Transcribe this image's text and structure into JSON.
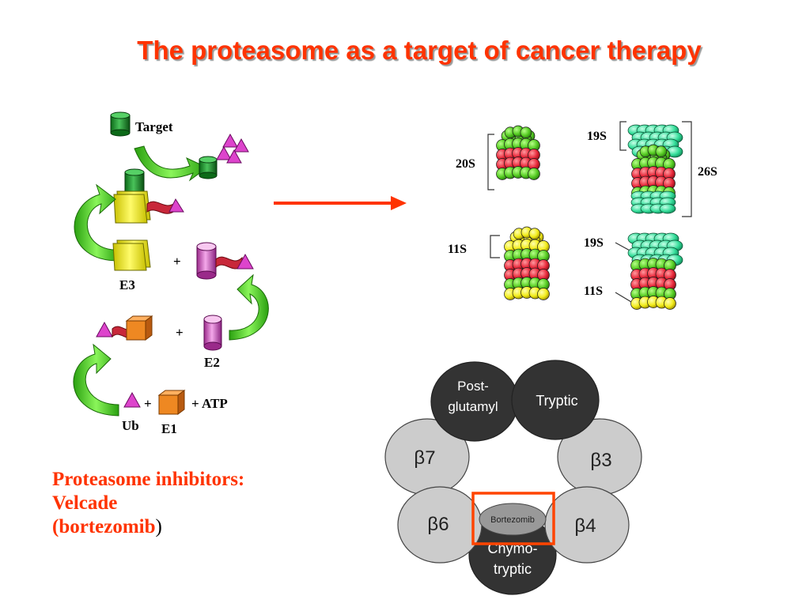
{
  "title": "The proteasome as a target of cancer therapy",
  "colors": {
    "title": "#ff3300",
    "arrow": "#ff3300",
    "highlight_box": "#ff4400",
    "dark_subunit": "#333333",
    "light_subunit": "#cccccc",
    "ring_green": "#55cc22",
    "ring_red": "#e8283a",
    "ring_yellow": "#f2ec1a",
    "cap_teal": "#33dd99",
    "ubiquitin": "#dd44cc",
    "e1": "#ee8822",
    "e3": "#f2ee22",
    "cycle_arrow": "#66ee33"
  },
  "pathway": {
    "target": "Target",
    "e3": "E3",
    "e2": "E2",
    "e1": "E1",
    "ub": "Ub",
    "plus": "+",
    "atp": "+ ATP"
  },
  "proteasome": {
    "label_20s": "20S",
    "label_19s_top": "19S",
    "label_26s": "26S",
    "label_11s_left": "11S",
    "label_19s_right": "19S",
    "label_11s_right": "11S"
  },
  "subunits": {
    "post_glutamyl_1": "Post-",
    "post_glutamyl_2": "glutamyl",
    "tryptic": "Tryptic",
    "b7": "β7",
    "b3": "β3",
    "b6": "β6",
    "b4": "β4",
    "chymo_1": "Chymo-",
    "chymo_2": "tryptic",
    "drug": "Bortezomib"
  },
  "inhibitors": {
    "line1": "Proteasome inhibitors:",
    "line2": "Velcade",
    "line3_open": "(",
    "line3_name": "bortezomib",
    "line3_close": ")"
  }
}
